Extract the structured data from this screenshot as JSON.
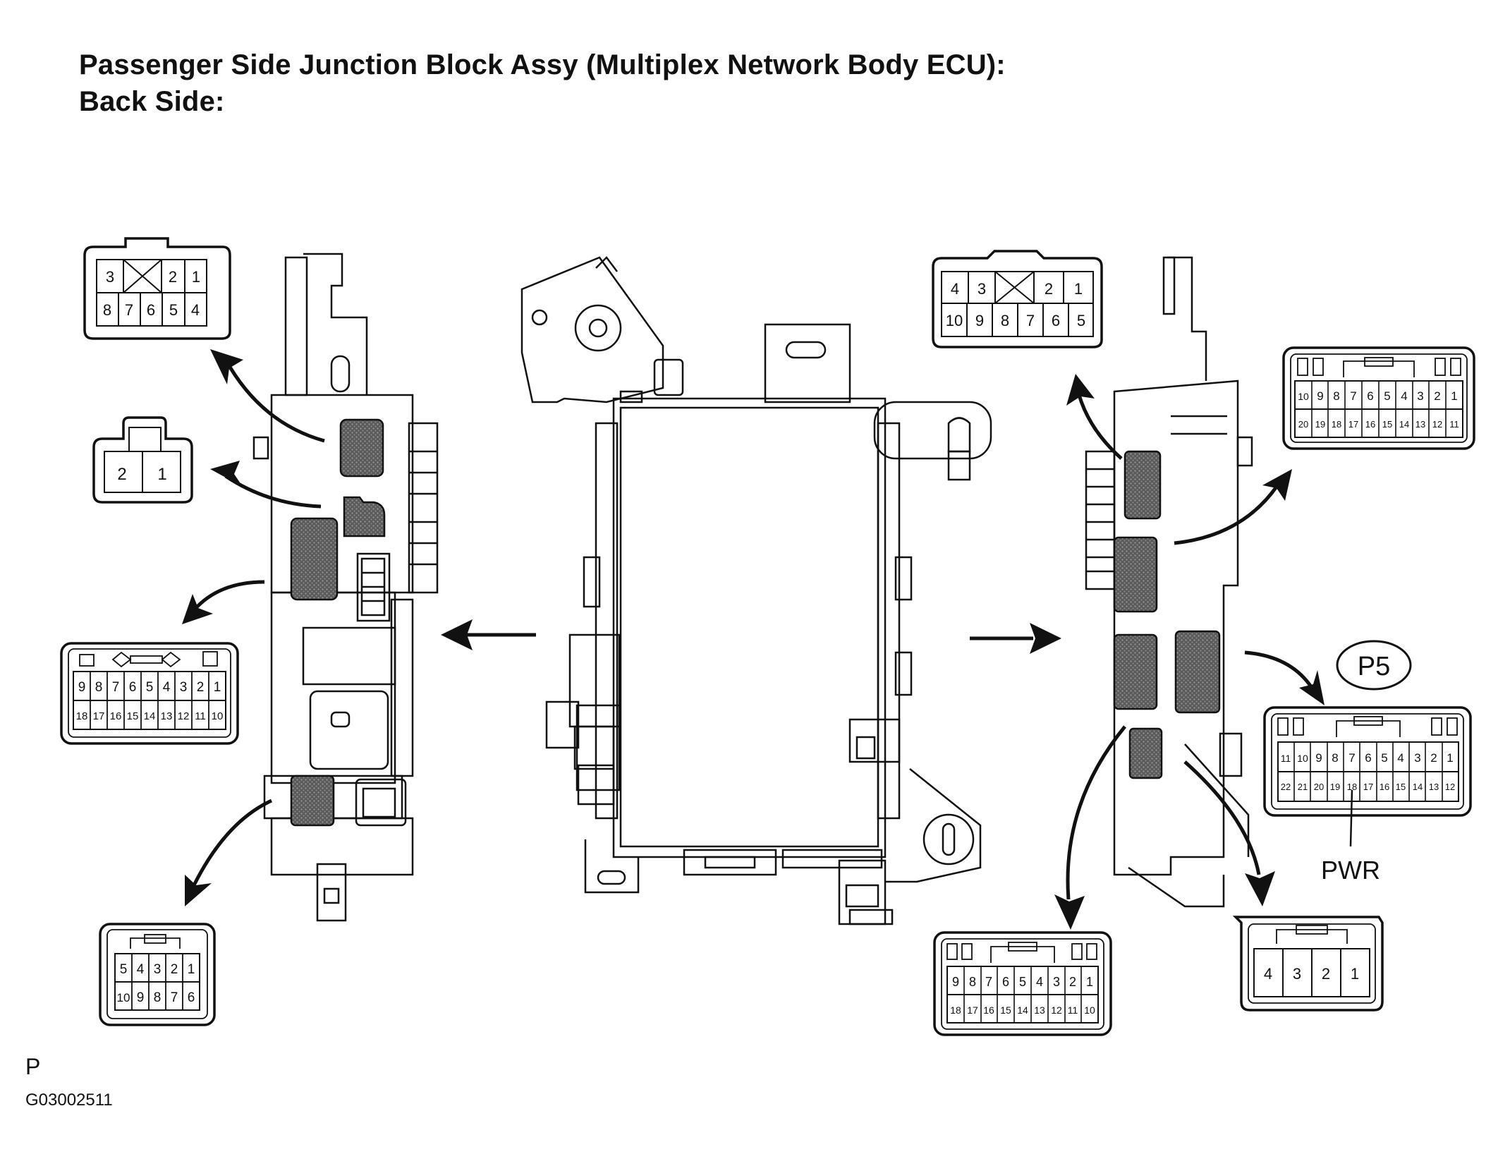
{
  "title_line1": "Passenger Side Junction Block Assy (Multiplex Network Body ECU):",
  "title_line2": "Back Side:",
  "footer_letter": "P",
  "footer_code": "G03002511",
  "callout_label": "P5",
  "pin_label": "PWR",
  "connectors": {
    "left_1": {
      "row1": [
        "3",
        "",
        "2",
        "1"
      ],
      "row2": [
        "8",
        "7",
        "6",
        "5",
        "4"
      ]
    },
    "left_2": {
      "row1": [
        "2",
        "1"
      ]
    },
    "left_3": {
      "row1": [
        "9",
        "8",
        "7",
        "6",
        "5",
        "4",
        "3",
        "2",
        "1"
      ],
      "row2": [
        "18",
        "17",
        "16",
        "15",
        "14",
        "13",
        "12",
        "11",
        "10"
      ]
    },
    "left_4": {
      "row1": [
        "5",
        "4",
        "3",
        "2",
        "1"
      ],
      "row2": [
        "10",
        "9",
        "8",
        "7",
        "6"
      ]
    },
    "right_1": {
      "row1": [
        "4",
        "3",
        "",
        "2",
        "1"
      ],
      "row2": [
        "10",
        "9",
        "8",
        "7",
        "6",
        "5"
      ]
    },
    "right_2": {
      "row1": [
        "10",
        "9",
        "8",
        "7",
        "6",
        "5",
        "4",
        "3",
        "2",
        "1"
      ],
      "row2": [
        "20",
        "19",
        "18",
        "17",
        "16",
        "15",
        "14",
        "13",
        "12",
        "11"
      ]
    },
    "right_3": {
      "row1": [
        "11",
        "10",
        "9",
        "8",
        "7",
        "6",
        "5",
        "4",
        "3",
        "2",
        "1"
      ],
      "row2": [
        "22",
        "21",
        "20",
        "19",
        "18",
        "17",
        "16",
        "15",
        "14",
        "13",
        "12"
      ]
    },
    "right_4": {
      "row1": [
        "9",
        "8",
        "7",
        "6",
        "5",
        "4",
        "3",
        "2",
        "1"
      ],
      "row2": [
        "18",
        "17",
        "16",
        "15",
        "14",
        "13",
        "12",
        "11",
        "10"
      ]
    },
    "right_5": {
      "row1": [
        "4",
        "3",
        "2",
        "1"
      ]
    }
  }
}
